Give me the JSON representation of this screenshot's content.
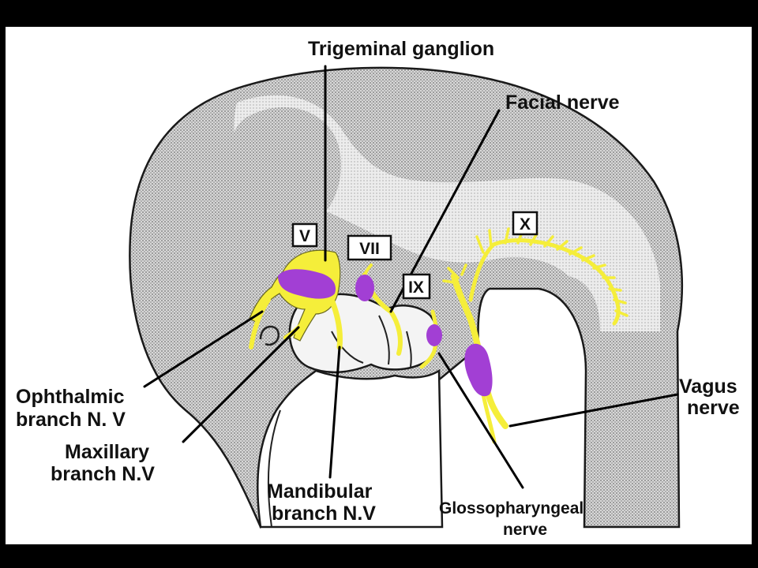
{
  "labels": {
    "trigeminal_ganglion": "Trigeminal ganglion",
    "facial_nerve": "Facial nerve",
    "ophthalmic_1": "Ophthalmic",
    "ophthalmic_2": "branch N. V",
    "maxillary_1": "Maxillary",
    "maxillary_2": "branch N.V",
    "mandibular_1": "Mandibular",
    "mandibular_2": "branch N.V",
    "glosso_1": "Glossopharyngeal",
    "glosso_2": "nerve",
    "vagus_1": "Vagus",
    "vagus_2": "nerve"
  },
  "roman_boxes": {
    "v": "V",
    "vii": "VII",
    "ix": "IX",
    "x": "X"
  },
  "colors": {
    "background": "#000000",
    "panel": "#ffffff",
    "stipple": "#bdbdbd",
    "nerve": "#f5ee3a",
    "ganglion": "#a23fd4"
  }
}
